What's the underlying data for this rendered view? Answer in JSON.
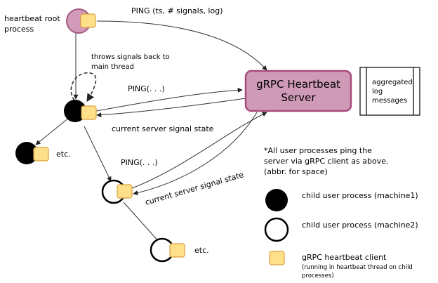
{
  "colors": {
    "root_fill": "#d29ab9",
    "root_stroke": "#a05a7f",
    "client_fill": "#ffe08a",
    "client_stroke": "#d8a13a",
    "server_fill": "#cf9ab7",
    "server_stroke": "#a74a7b"
  },
  "labels": {
    "root_line1": "heartbeat root",
    "root_line2": "process",
    "ping_top": "PING (ts, # signals, log)",
    "throws_line1": "throws signals back to",
    "throws_line2": "main thread",
    "ping_mid": "PING(. . .)",
    "state_mid": "current server signal state",
    "etc_left": "etc.",
    "ping_low": "PING(. . .)",
    "state_low": "current server signal state",
    "etc_bottom": "etc."
  },
  "server": {
    "line1": "gRPC Heartbeat",
    "line2": "Server"
  },
  "log_box": {
    "line1": "aggregated",
    "line2": "log",
    "line3": "messages"
  },
  "note": {
    "line1": "*All user processes ping the",
    "line2": "server via gRPC client as above.",
    "line3": "(abbr. for space)"
  },
  "legend": {
    "machine1": "child user process (machine1)",
    "machine2": "child user process (machine2)",
    "client_line1": "gRPC heartbeat client",
    "client_line2": "(running in heartbeat thread on child",
    "client_line3": "processes)"
  }
}
